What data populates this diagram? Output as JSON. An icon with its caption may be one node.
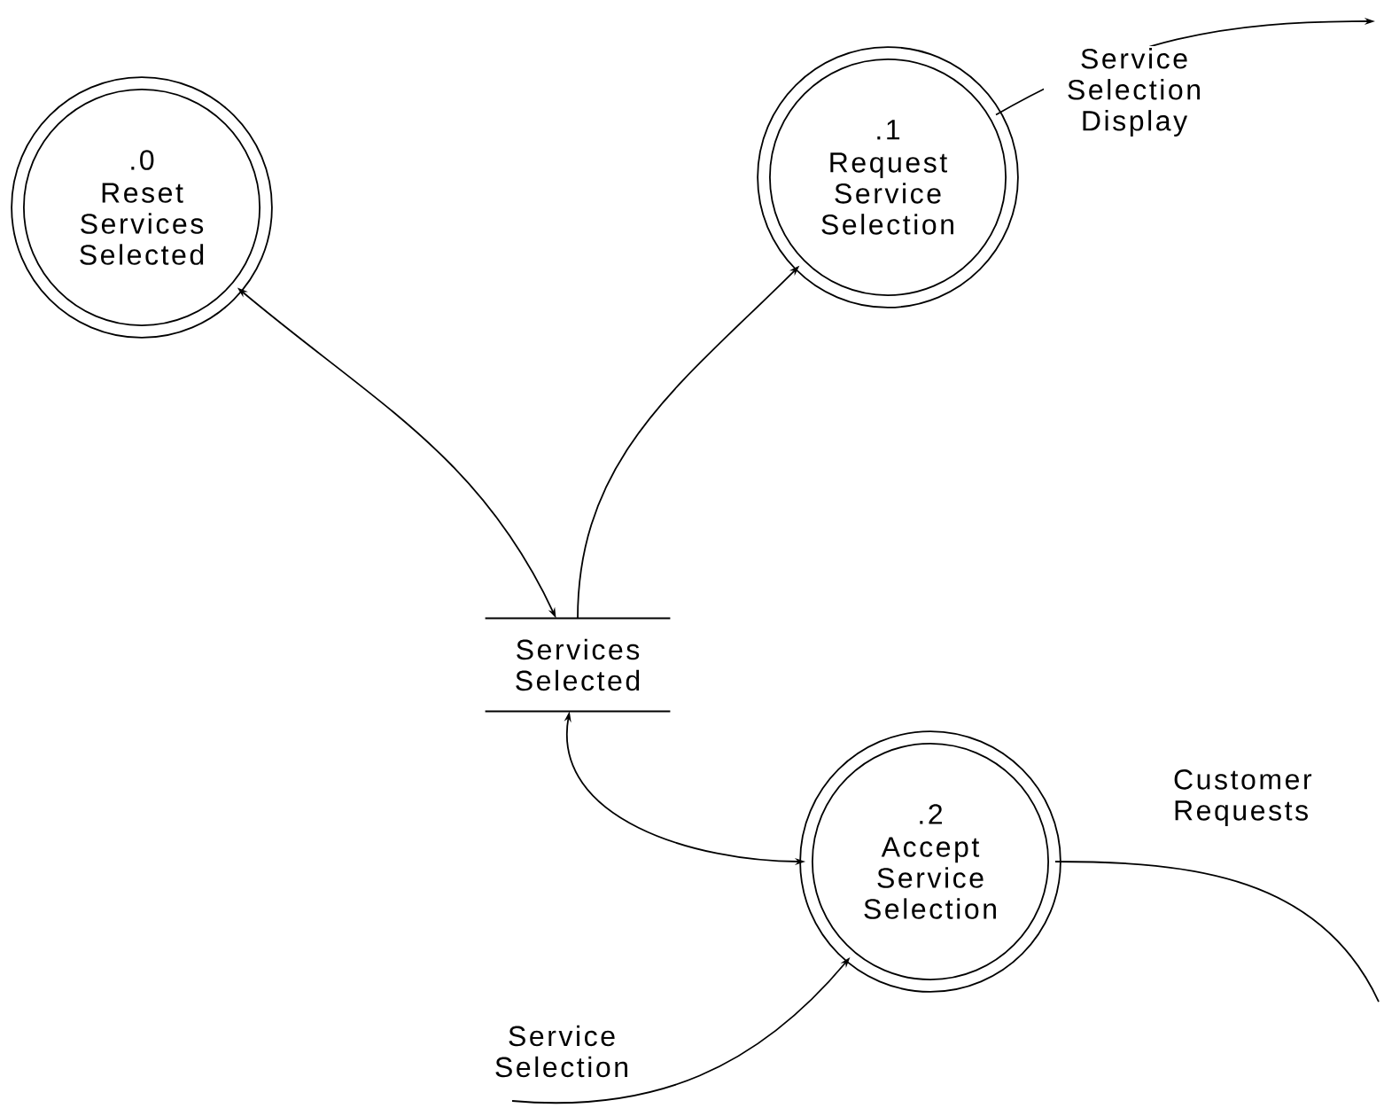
{
  "diagram": {
    "nodes": [
      {
        "text": [
          ".0",
          "Reset Services Selected"
        ]
      },
      {
        "text": [
          ".1",
          "Request Service Selection"
        ]
      },
      {
        "text": [
          "Services Selected"
        ]
      },
      {
        "text": [
          ".2",
          "Accept Service Selection"
        ]
      }
    ],
    "edges": [
      {
        "from": 0,
        "to": 2,
        "arrow": "both"
      },
      {
        "from": 2,
        "to": 1,
        "arrow": "to"
      },
      {
        "from": 2,
        "to": 3,
        "arrow": "both"
      },
      {
        "from": 1,
        "to": null,
        "arrow": "to",
        "label": "Service Selection Display"
      },
      {
        "from": 3,
        "to": null,
        "arrow": "none",
        "label": "Customer Requests"
      },
      {
        "from": null,
        "to": 3,
        "arrow": "to",
        "label": "Service Selection"
      }
    ]
  }
}
